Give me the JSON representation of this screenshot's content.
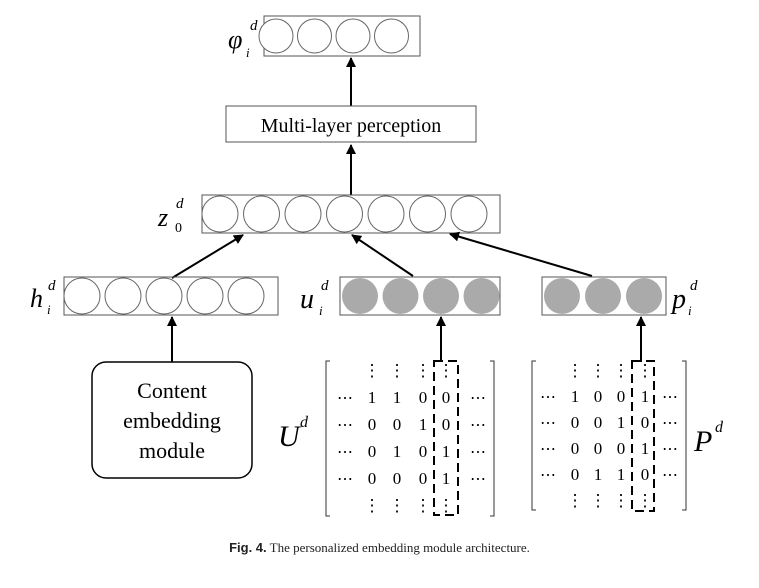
{
  "diagram": {
    "layers": {
      "phi": {
        "symbol": "φ",
        "sub": "i",
        "sup": "d",
        "nodes": 4,
        "filled": false
      },
      "z0": {
        "symbol": "z",
        "sub": "0",
        "sup": "d",
        "nodes": 7,
        "filled": false
      },
      "h": {
        "symbol": "h",
        "sub": "i",
        "sup": "d",
        "nodes": 5,
        "filled": false
      },
      "u": {
        "symbol": "u",
        "sub": "i",
        "sup": "d",
        "nodes": 4,
        "filled": true
      },
      "p": {
        "symbol": "p",
        "sub": "i",
        "sup": "d",
        "nodes": 3,
        "filled": true
      }
    },
    "mlp_label": "Multi-layer perception",
    "content_module_lines": [
      "Content",
      "embedding",
      "module"
    ],
    "matrix_U": {
      "symbol": "U",
      "sup": "d",
      "rows": [
        [
          "⋮",
          "⋮",
          "⋮",
          "⋮"
        ],
        [
          "1",
          "1",
          "0",
          "0"
        ],
        [
          "0",
          "0",
          "1",
          "0"
        ],
        [
          "0",
          "1",
          "0",
          "1"
        ],
        [
          "0",
          "0",
          "0",
          "1"
        ],
        [
          "⋮",
          "⋮",
          "⋮",
          "⋮"
        ]
      ],
      "highlight_column": 3
    },
    "matrix_P": {
      "symbol": "P",
      "sup": "d",
      "rows": [
        [
          "⋮",
          "⋮",
          "⋮",
          "⋮"
        ],
        [
          "1",
          "0",
          "0",
          "1"
        ],
        [
          "0",
          "0",
          "1",
          "0"
        ],
        [
          "0",
          "0",
          "0",
          "1"
        ],
        [
          "0",
          "1",
          "1",
          "0"
        ],
        [
          "⋮",
          "⋮",
          "⋮",
          "⋮"
        ]
      ],
      "highlight_column": 3
    },
    "node_fill_color": "#aaaaaa",
    "stroke_color": "#000000"
  },
  "caption": {
    "label": "Fig. 4.",
    "text": "The personalized embedding module architecture."
  }
}
